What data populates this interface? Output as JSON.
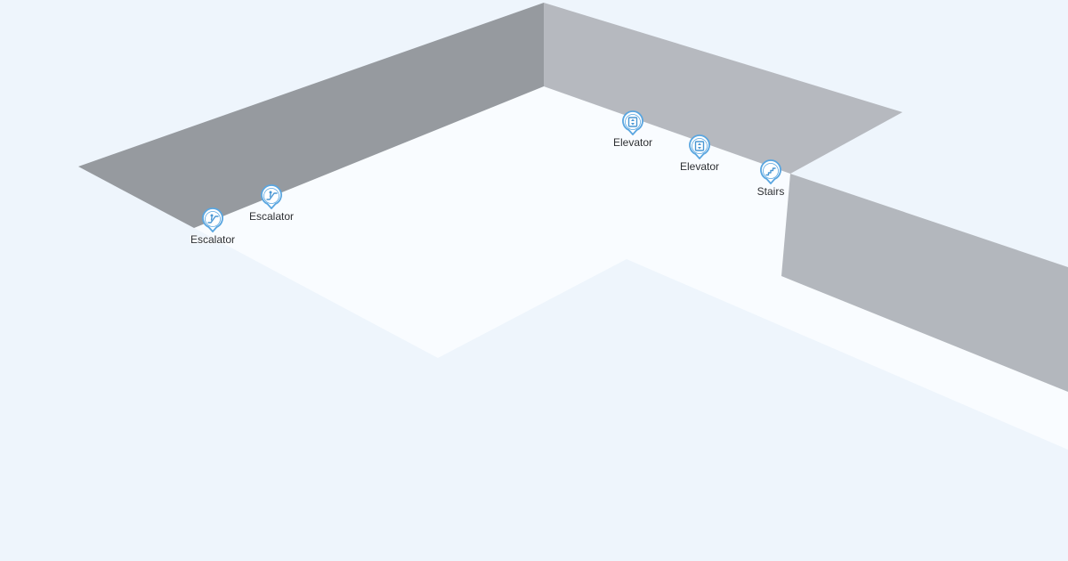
{
  "colors": {
    "background": "#eef5fc",
    "floor": "#f9fcff",
    "wall_dark": "#969a9f",
    "wall_light": "#b6b9bf",
    "wall_side": "#b3b7bd",
    "pin_fill": "#ffffff",
    "pin_stroke": "#5aa6e0",
    "pin_icon": "#4a97d4"
  },
  "points_of_interest": [
    {
      "id": "escalator-1",
      "label": "Escalator",
      "icon": "escalator-icon"
    },
    {
      "id": "escalator-2",
      "label": "Escalator",
      "icon": "escalator-icon"
    },
    {
      "id": "elevator-1",
      "label": "Elevator",
      "icon": "elevator-icon"
    },
    {
      "id": "elevator-2",
      "label": "Elevator",
      "icon": "elevator-icon"
    },
    {
      "id": "stairs-1",
      "label": "Stairs",
      "icon": "stairs-icon"
    }
  ]
}
